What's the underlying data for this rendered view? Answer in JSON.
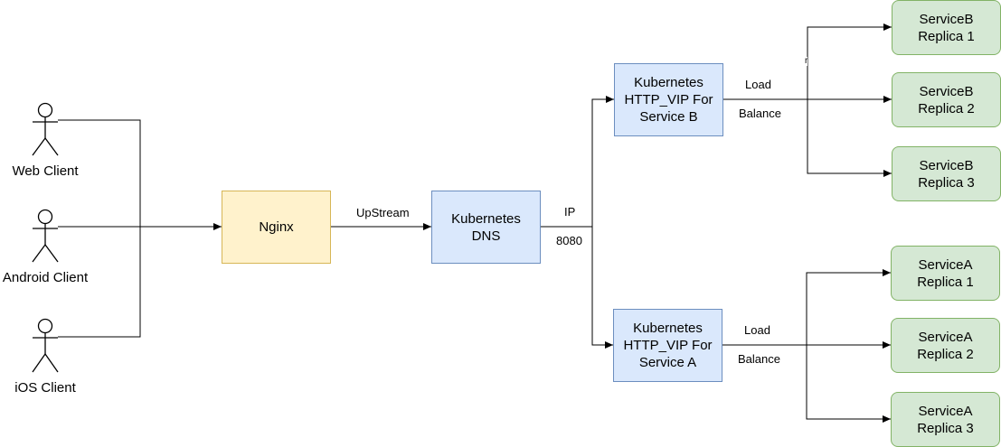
{
  "clients": [
    {
      "label": "Web Client"
    },
    {
      "label": "Android Client"
    },
    {
      "label": "iOS Client"
    }
  ],
  "nodes": {
    "nginx": "Nginx",
    "dns": "Kubernetes\nDNS",
    "vip_b": "Kubernetes\nHTTP_VIP For\nService B",
    "vip_a": "Kubernetes\nHTTP_VIP For\nService A"
  },
  "replicas_b": [
    "ServiceB\nReplica 1",
    "ServiceB\nReplica 2",
    "ServiceB\nReplica 3"
  ],
  "replicas_a": [
    "ServiceA\nReplica 1",
    "ServiceA\nReplica 2",
    "ServiceA\nReplica 3"
  ],
  "edge_labels": {
    "upstream": "UpStream",
    "ip": "IP",
    "port": "8080",
    "load_b": "Load",
    "balance_b": "Balance",
    "load_a": "Load",
    "balance_a": "Balance",
    "stray_mark": "r"
  },
  "colors": {
    "nginx_fill": "#fff2cc",
    "nginx_stroke": "#d6b656",
    "k8s_fill": "#dae8fc",
    "k8s_stroke": "#6c8ebf",
    "replica_fill": "#d5e8d4",
    "replica_stroke": "#82b366"
  }
}
